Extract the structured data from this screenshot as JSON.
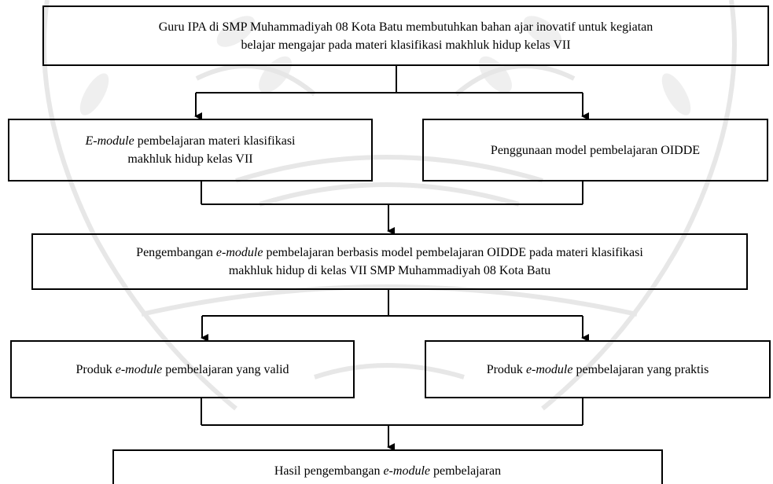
{
  "flowchart": {
    "box1": {
      "line1": "Guru IPA di SMP Muhammadiyah 08 Kota Batu membutuhkan bahan ajar inovatif untuk kegiatan",
      "line2": "belajar mengajar pada materi klasifikasi makhluk hidup kelas VII"
    },
    "box2": {
      "italic": "E-module",
      "line1_rest": " pembelajaran materi klasifikasi",
      "line2": "makhluk hidup kelas VII"
    },
    "box3": {
      "text": "Penggunaan model pembelajaran OIDDE"
    },
    "box4": {
      "line1_pre": "Pengembangan ",
      "italic": "e-module",
      "line1_post": " pembelajaran berbasis model pembelajaran OIDDE pada materi klasifikasi",
      "line2": "makhluk hidup di kelas VII SMP Muhammadiyah 08 Kota Batu"
    },
    "box5": {
      "pre": "Produk ",
      "italic": "e-module",
      "post": " pembelajaran yang valid"
    },
    "box6": {
      "pre": "Produk ",
      "italic": "e-module",
      "post": " pembelajaran yang praktis"
    },
    "box7": {
      "pre": "Hasil pengembangan ",
      "italic": "e-module",
      "post": " pembelajaran"
    }
  },
  "colors": {
    "stroke": "#000000",
    "watermark": "#d9d9d9"
  }
}
